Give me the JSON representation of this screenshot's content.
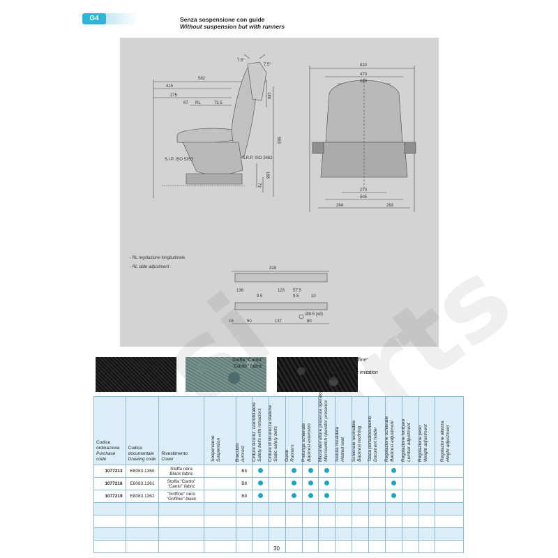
{
  "header": {
    "badge": "G4",
    "title_it": "Senza sospensione con guide",
    "title_en": "Without suspension but with runners"
  },
  "drawing": {
    "side": {
      "angle_left": "7.5°",
      "angle_right": "7.5°",
      "dim_582": "582",
      "dim_415": "415",
      "dim_275": "275",
      "dim_87": "87",
      "dim_rl": "RL",
      "dim_725": "72.5",
      "dim_180": "180",
      "dim_563": "563",
      "dim_168": "168",
      "dim_73": "73",
      "slp": "S.I.P. ISO 5353",
      "srp": "S.R.P. ISO 3462"
    },
    "front": {
      "dim_630": "630",
      "dim_470": "470",
      "dim_330": "330",
      "dim_270": "270",
      "dim_505": "505",
      "dim_264": "264",
      "dim_263": "263"
    },
    "rail": {
      "dim_328": "328",
      "dim_136": "136",
      "dim_123": "123",
      "dim_57": "57.5",
      "dim_95a": "9.5",
      "dim_95b": "9.5",
      "dim_10": "10",
      "dim_16": "16",
      "dim_50": "50",
      "dim_137": "137",
      "dim_80": "80",
      "hole": "Ø8.5 (x8)"
    },
    "notes": {
      "rl_it": "- RL regolazione longitudinale",
      "rl_en": "- RL slide adjustment"
    }
  },
  "fabrics": [
    {
      "it": "Stoffa nera",
      "en": "Black fabric"
    },
    {
      "it": "Stoffa \"Canto\"",
      "en": "\"Canto\" fabric"
    },
    {
      "it": "Fintapelle \"Griffine\" nero",
      "en": "\"Griffine\" black imitation leather"
    }
  ],
  "table": {
    "headers": [
      {
        "it": "Codice ordinazione",
        "en": "Purchase code"
      },
      {
        "it": "Codice documentale",
        "en": "Drawing code"
      },
      {
        "it": "Rivestimento",
        "en": "Cover"
      },
      {
        "it": "Sospensione",
        "en": "Suspension"
      },
      {
        "it": "Bracciolo",
        "en": "Armrest"
      },
      {
        "it": "Cinture sicurez. c/arrotolatore",
        "en": "Safety belts with retractors"
      },
      {
        "it": "Cinture di sicurezza statiche",
        "en": "Static safety belts"
      },
      {
        "it": "Guide",
        "en": "Runners"
      },
      {
        "it": "Prolunga schienale",
        "en": "Backrest extension"
      },
      {
        "it": "Microinterruttore presenza operatore",
        "en": "Microswitch operator presence"
      },
      {
        "it": "Seduta riscaldata",
        "en": "Heated seat"
      },
      {
        "it": "Schienale reclinabile",
        "en": "Backrest reclining"
      },
      {
        "it": "Tasca portadocumento",
        "en": "Document holder"
      },
      {
        "it": "Regolazione schienale",
        "en": "Backrest adjustment"
      },
      {
        "it": "Regolazione lombare",
        "en": "Lumbar adjustment"
      },
      {
        "it": "Regolazione peso",
        "en": "Weight adjustment"
      },
      {
        "it": "Regolazione altezza",
        "en": "Height adjustment"
      }
    ],
    "rows": [
      {
        "code": "1077213",
        "drawing": "E8083.1360",
        "cover_it": "Stoffa nera",
        "cover_en": "Black fabric",
        "armrest": "B8"
      },
      {
        "code": "1077216",
        "drawing": "E8083.1361",
        "cover_it": "Stoffa \"Canto\"",
        "cover_en": "\"Canto\" fabric",
        "armrest": "B8"
      },
      {
        "code": "1077219",
        "drawing": "E8083.1362",
        "cover_it": "\"Griffine\" nero",
        "cover_en": "\"Griffine\" black",
        "armrest": "B8"
      }
    ],
    "dot_color": "#19a6c9"
  },
  "page_number": "30",
  "watermark": "si parts"
}
